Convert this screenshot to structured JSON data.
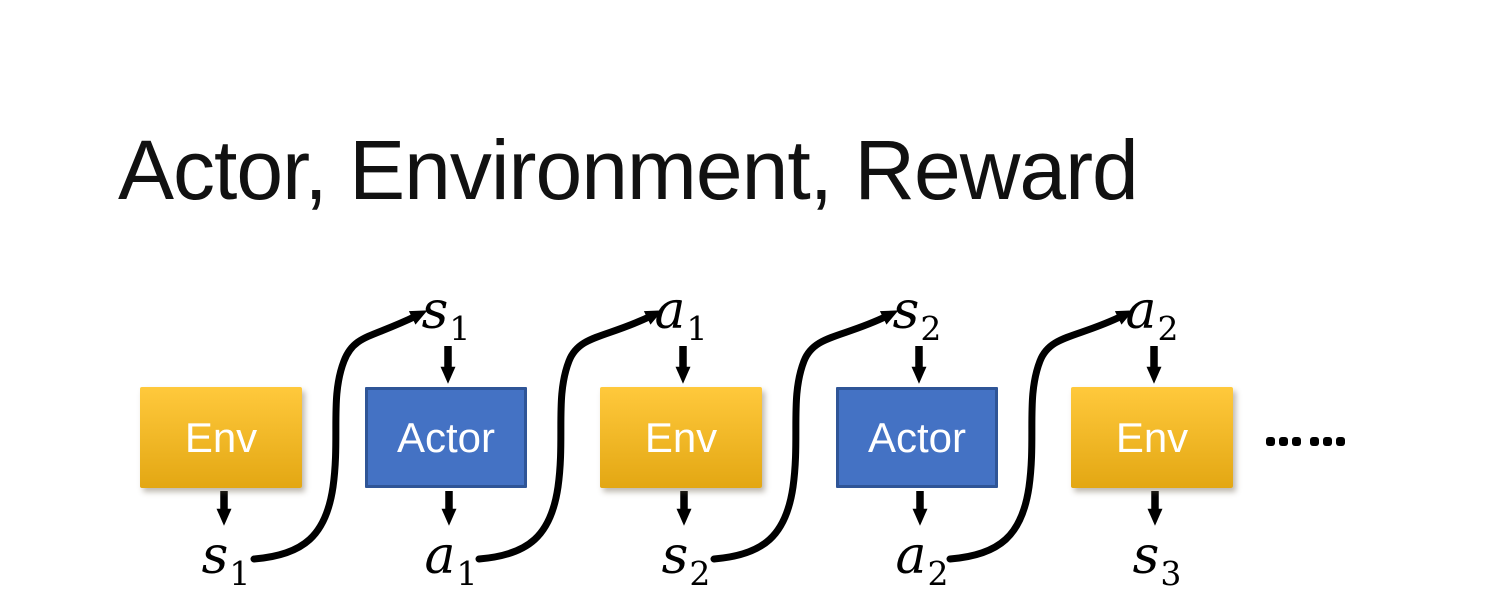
{
  "slide": {
    "title": "Actor, Environment, Reward",
    "background": "#FFFFFF"
  },
  "diagram": {
    "boxes": [
      {
        "kind": "env",
        "text": "Env",
        "input": null,
        "output": {
          "base": "s",
          "sub": "1"
        }
      },
      {
        "kind": "actor",
        "text": "Actor",
        "input": {
          "base": "s",
          "sub": "1"
        },
        "output": {
          "base": "a",
          "sub": "1"
        }
      },
      {
        "kind": "env",
        "text": "Env",
        "input": {
          "base": "a",
          "sub": "1"
        },
        "output": {
          "base": "s",
          "sub": "2"
        }
      },
      {
        "kind": "actor",
        "text": "Actor",
        "input": {
          "base": "s",
          "sub": "2"
        },
        "output": {
          "base": "a",
          "sub": "2"
        }
      },
      {
        "kind": "env",
        "text": "Env",
        "input": {
          "base": "a",
          "sub": "2"
        },
        "output": {
          "base": "s",
          "sub": "3"
        }
      }
    ],
    "ellipsis_dot_count": 6,
    "colors": {
      "env_gradient_top": "#FFC93C",
      "env_gradient_bottom": "#E3A713",
      "actor_fill": "#4472C4",
      "actor_border": "#2F5597",
      "box_text": "#FFFFFF",
      "label_text": "#000000",
      "arrow": "#000000",
      "title_text": "#111111"
    }
  }
}
